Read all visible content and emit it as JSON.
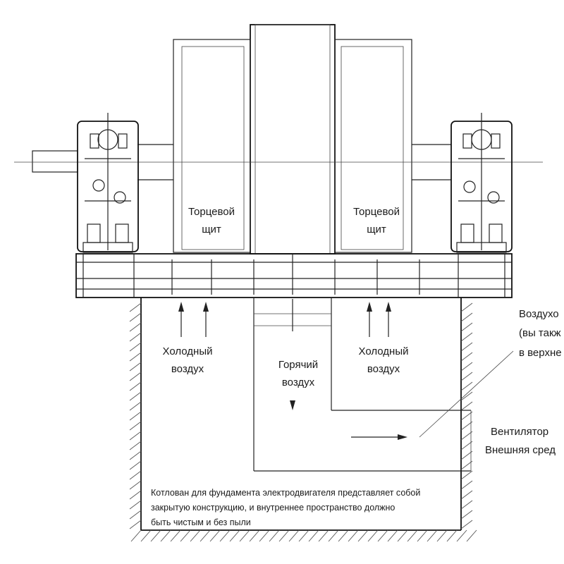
{
  "labels": {
    "end_shield_left": [
      "Торцевой",
      "щит"
    ],
    "end_shield_right": [
      "Торцевой",
      "щит"
    ],
    "cold_air_left": [
      "Холодный",
      "воздух"
    ],
    "cold_air_right": [
      "Холодный",
      "воздух"
    ],
    "hot_air": [
      "Горячий",
      "воздух"
    ],
    "air_duct_callout": [
      "Воздухо",
      "(вы такж",
      "в верхне"
    ],
    "fan": "Вентилятор",
    "outside": "Внешняя сред",
    "note": [
      "Котлован для фундамента электродвигателя представляет собой",
      "закрытую конструкцию, и внутреннее пространство должно",
      "быть чистым и без пыли"
    ]
  }
}
